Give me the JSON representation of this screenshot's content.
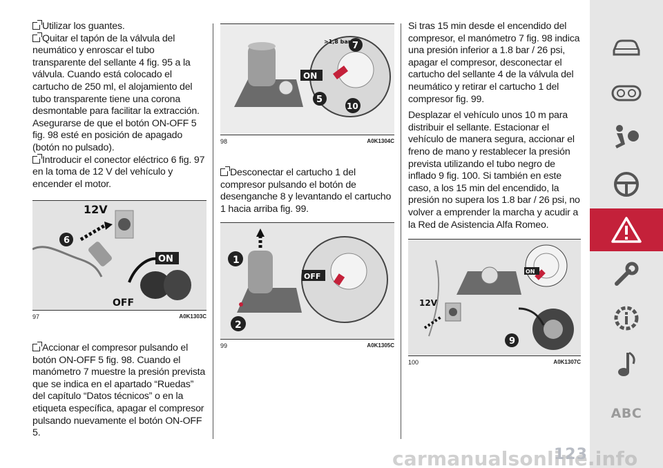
{
  "col1": {
    "p1": "Utilizar los guantes.",
    "p2": "Quitar el tapón de la válvula del neumático y enroscar el tubo transparente del sellante 4 fig. 95 a la válvula. Cuando está colocado el cartucho de 250 ml, el alojamiento del tubo transparente tiene una corona desmontable para facilitar la extracción. Asegurarse de que el botón ON-OFF 5 fig. 98 esté en posición de apagado (botón no pulsado).",
    "p3": "Introducir el conector eléctrico 6 fig. 97 en la toma de 12 V del vehículo y encender el motor.",
    "p4": "Accionar el compresor pulsando el botón ON-OFF 5 fig. 98. Cuando el manómetro 7 muestre la presión prevista que se indica en el apartado “Ruedas” del capítulo “Datos técnicos” o en la etiqueta específica, apagar el compresor pulsando nuevamente el botón ON-OFF 5."
  },
  "col2": {
    "p1": "Desconectar el cartucho 1 del compresor pulsando el botón de desenganche 8 y levantando el cartucho 1 hacia arriba fig. 99."
  },
  "col3": {
    "p1": "Si tras 15 min desde el encendido del compresor, el manómetro 7 fig. 98 indica una presión inferior a 1.8 bar / 26 psi, apagar el compresor, desconectar el cartucho del sellante 4 de la válvula del neumático y retirar el cartucho 1 del compresor fig. 99.",
    "p2": "Desplazar el vehículo unos 10 m para distribuir el sellante. Estacionar el vehículo de manera segura, accionar el freno de mano y restablecer la presión prevista utilizando el tubo negro de inflado 9 fig. 100. Si también en este caso, a los 15 min del encendido, la presión no supera los 1.8 bar / 26 psi, no volver a emprender la marcha y acudir a la Red de Asistencia Alfa Romeo."
  },
  "figures": {
    "f97": {
      "number": "97",
      "code": "A0K1303C",
      "labels": {
        "socket": "12V",
        "on": "ON",
        "off": "OFF",
        "connector": "6"
      }
    },
    "f98": {
      "number": "98",
      "code": "A0K1304C",
      "labels": {
        "pressure": ">1,8 bar",
        "on": "ON",
        "n7": "7",
        "n5": "5",
        "n10": "10"
      }
    },
    "f99": {
      "number": "99",
      "code": "A0K1305C",
      "labels": {
        "n1": "1",
        "n2": "2",
        "off": "OFF"
      }
    },
    "f100": {
      "number": "100",
      "code": "A0K1307C",
      "labels": {
        "socket": "12V",
        "on": "ON",
        "n9": "9"
      }
    }
  },
  "sidebar": {
    "items": [
      "car-icon",
      "dashboard-icon",
      "airbag-icon",
      "steering-wheel-icon",
      "warning-icon",
      "wrench-icon",
      "settings-info-icon",
      "music-icon",
      "ABC"
    ],
    "active_index": 4,
    "active_color": "#c4213a"
  },
  "page_number": "123",
  "watermark": "carmanualsonline.info"
}
